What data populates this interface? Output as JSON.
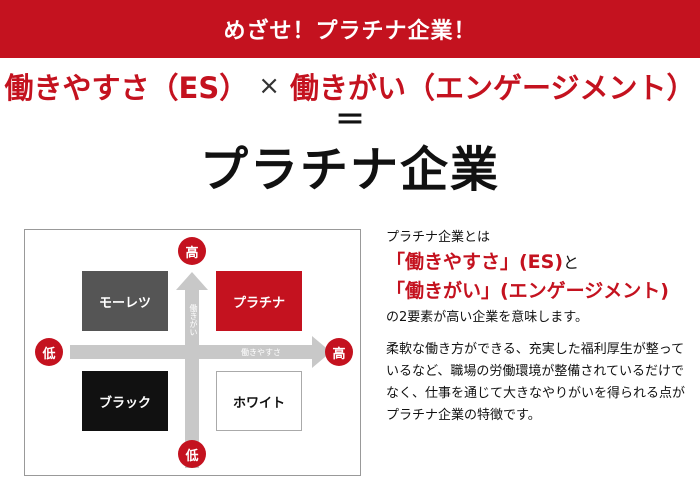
{
  "banner": {
    "text": "めざせ！プラチナ企業！"
  },
  "formula": {
    "left": "働きやすさ（ES）",
    "times": "×",
    "right": "働きがい（エンゲージメント）",
    "equals": "＝",
    "result": "プラチナ企業"
  },
  "diagram": {
    "quadrants": {
      "top_left": "モーレツ",
      "top_right": "プラチナ",
      "bottom_left": "ブラック",
      "bottom_right": "ホワイト"
    },
    "vertical_axis": {
      "label": "働きがい",
      "high": "高",
      "low": "低"
    },
    "horizontal_axis": {
      "label": "働きやすさ",
      "high": "高",
      "low": "低"
    },
    "colors": {
      "top_left": "#555555",
      "top_right": "#c4121f",
      "bottom_left": "#111111",
      "bottom_right": "#ffffff",
      "arrow": "#c8c8c8",
      "accent": "#c4121f"
    }
  },
  "description": {
    "intro": "プラチナ企業とは",
    "line1": "「働きやすさ」(ES)",
    "line1_tail": "と",
    "line2": "「働きがい」(エンゲージメント)",
    "meaning": "の2要素が高い企業を意味します。",
    "body": "柔軟な働き方ができる、充実した福利厚生が整っているなど、職場の労働環境が整備されているだけでなく、仕事を通じて大きなやりがいを得られる点がプラチナ企業の特徴です。"
  }
}
